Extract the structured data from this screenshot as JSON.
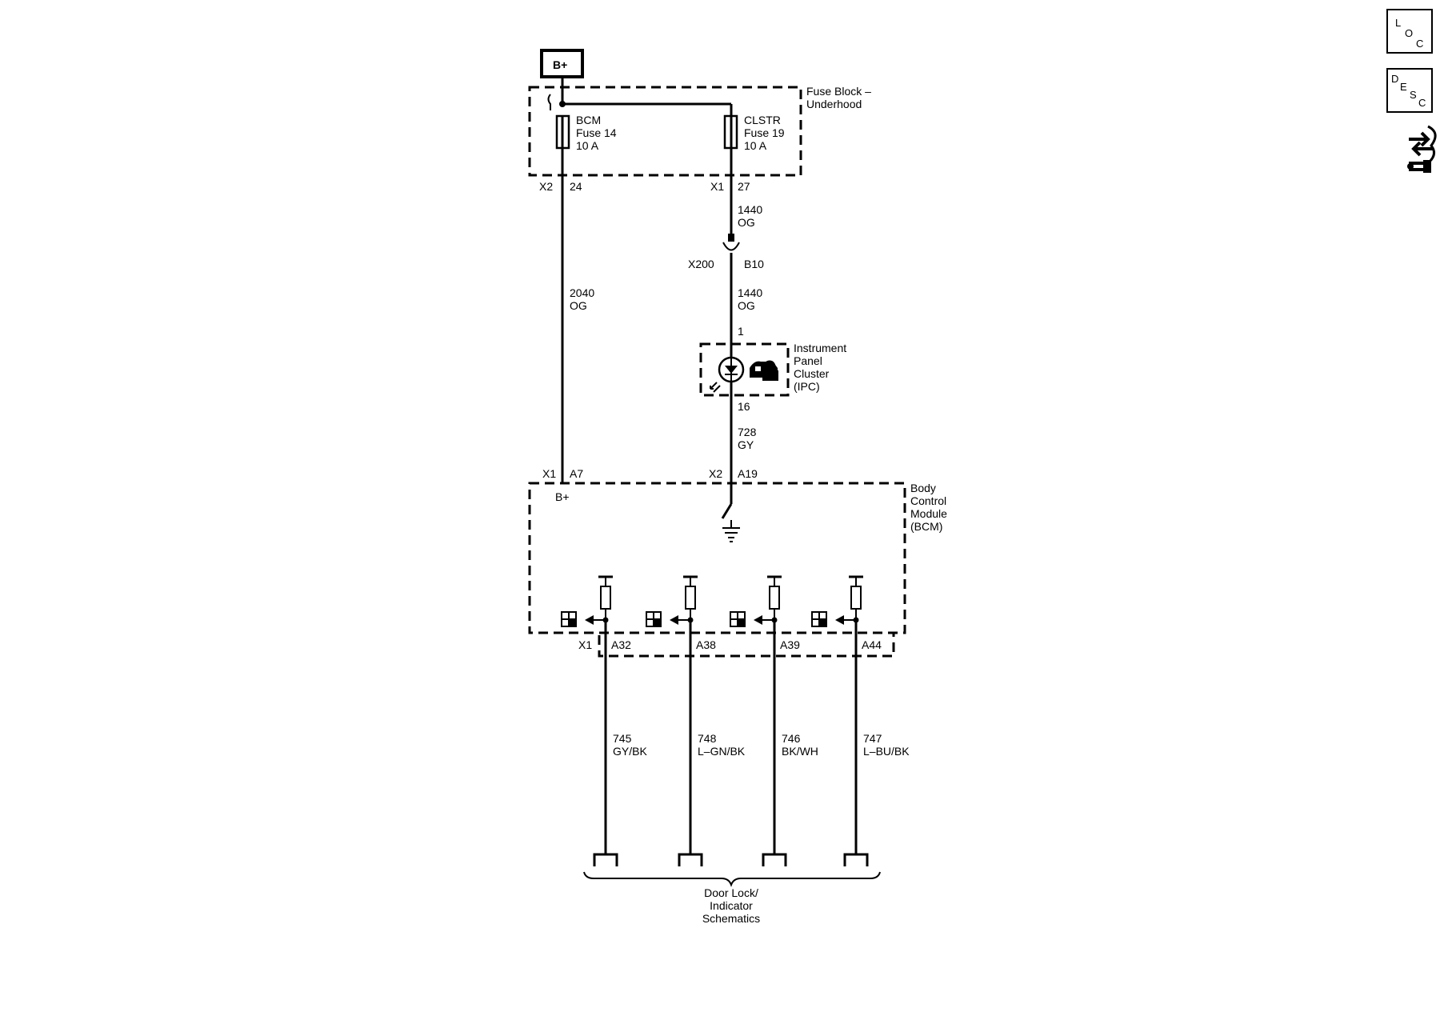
{
  "power": {
    "label": "B+"
  },
  "fuse_block": {
    "name_line1": "Fuse Block –",
    "name_line2": "Underhood",
    "fuse_left": {
      "line1": "BCM",
      "line2": "Fuse 14",
      "line3": "10 A"
    },
    "fuse_right": {
      "line1": "CLSTR",
      "line2": "Fuse 19",
      "line3": "10 A"
    },
    "conn_left": {
      "connector": "X2",
      "pin": "24"
    },
    "conn_right": {
      "connector": "X1",
      "pin": "27"
    }
  },
  "wires": {
    "w2040": {
      "circuit": "2040",
      "color": "OG"
    },
    "w1440_upper": {
      "circuit": "1440",
      "color": "OG"
    },
    "w1440_lower": {
      "circuit": "1440",
      "color": "OG"
    },
    "w728": {
      "circuit": "728",
      "color": "GY"
    },
    "w745": {
      "circuit": "745",
      "color": "GY/BK"
    },
    "w748": {
      "circuit": "748",
      "color": "L–GN/BK"
    },
    "w746": {
      "circuit": "746",
      "color": "BK/WH"
    },
    "w747": {
      "circuit": "747",
      "color": "L–BU/BK"
    }
  },
  "inline_connector": {
    "connector": "X200",
    "pin": "B10"
  },
  "ipc": {
    "pin_in": "1",
    "pin_out": "16",
    "name_line1": "Instrument",
    "name_line2": "Panel",
    "name_line3": "Cluster",
    "name_line4": "(IPC)"
  },
  "bcm": {
    "conn_a7": {
      "connector": "X1",
      "pin": "A7"
    },
    "conn_a19": {
      "connector": "X2",
      "pin": "A19"
    },
    "bplus": "B+",
    "name_line1": "Body",
    "name_line2": "Control",
    "name_line3": "Module",
    "name_line4": "(BCM)",
    "out_connector": "X1",
    "out_pins": [
      "A32",
      "A38",
      "A39",
      "A44"
    ]
  },
  "reference": {
    "line1": "Door Lock/",
    "line2": "Indicator",
    "line3": "Schematics"
  },
  "nav": {
    "loc": {
      "l": "L",
      "o": "O",
      "c": "C"
    },
    "desc": {
      "d": "D",
      "e": "E",
      "s": "S",
      "c": "C"
    },
    "connector_icon": "connector-end-view-icon"
  }
}
